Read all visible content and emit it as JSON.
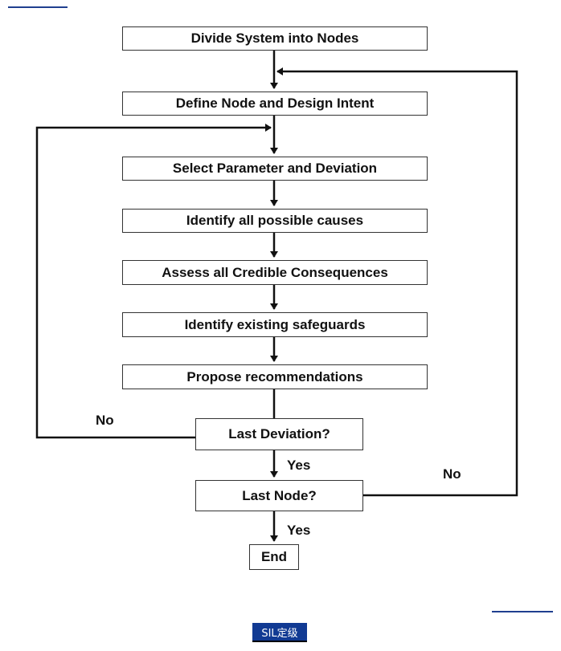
{
  "flowchart": {
    "steps": [
      "Divide System into Nodes",
      "Define Node and Design Intent",
      "Select Parameter and Deviation",
      "Identify all possible causes",
      "Assess all Credible Consequences",
      "Identify existing safeguards",
      "Propose recommendations"
    ],
    "decision_deviation": "Last Deviation?",
    "decision_node": "Last Node?",
    "end_label": "End",
    "yes_label": "Yes",
    "no_label": "No"
  },
  "footer": {
    "badge": "SIL定级"
  },
  "colors": {
    "line": "#111111",
    "box_border": "#333333",
    "accent": "#1f3f8f"
  }
}
